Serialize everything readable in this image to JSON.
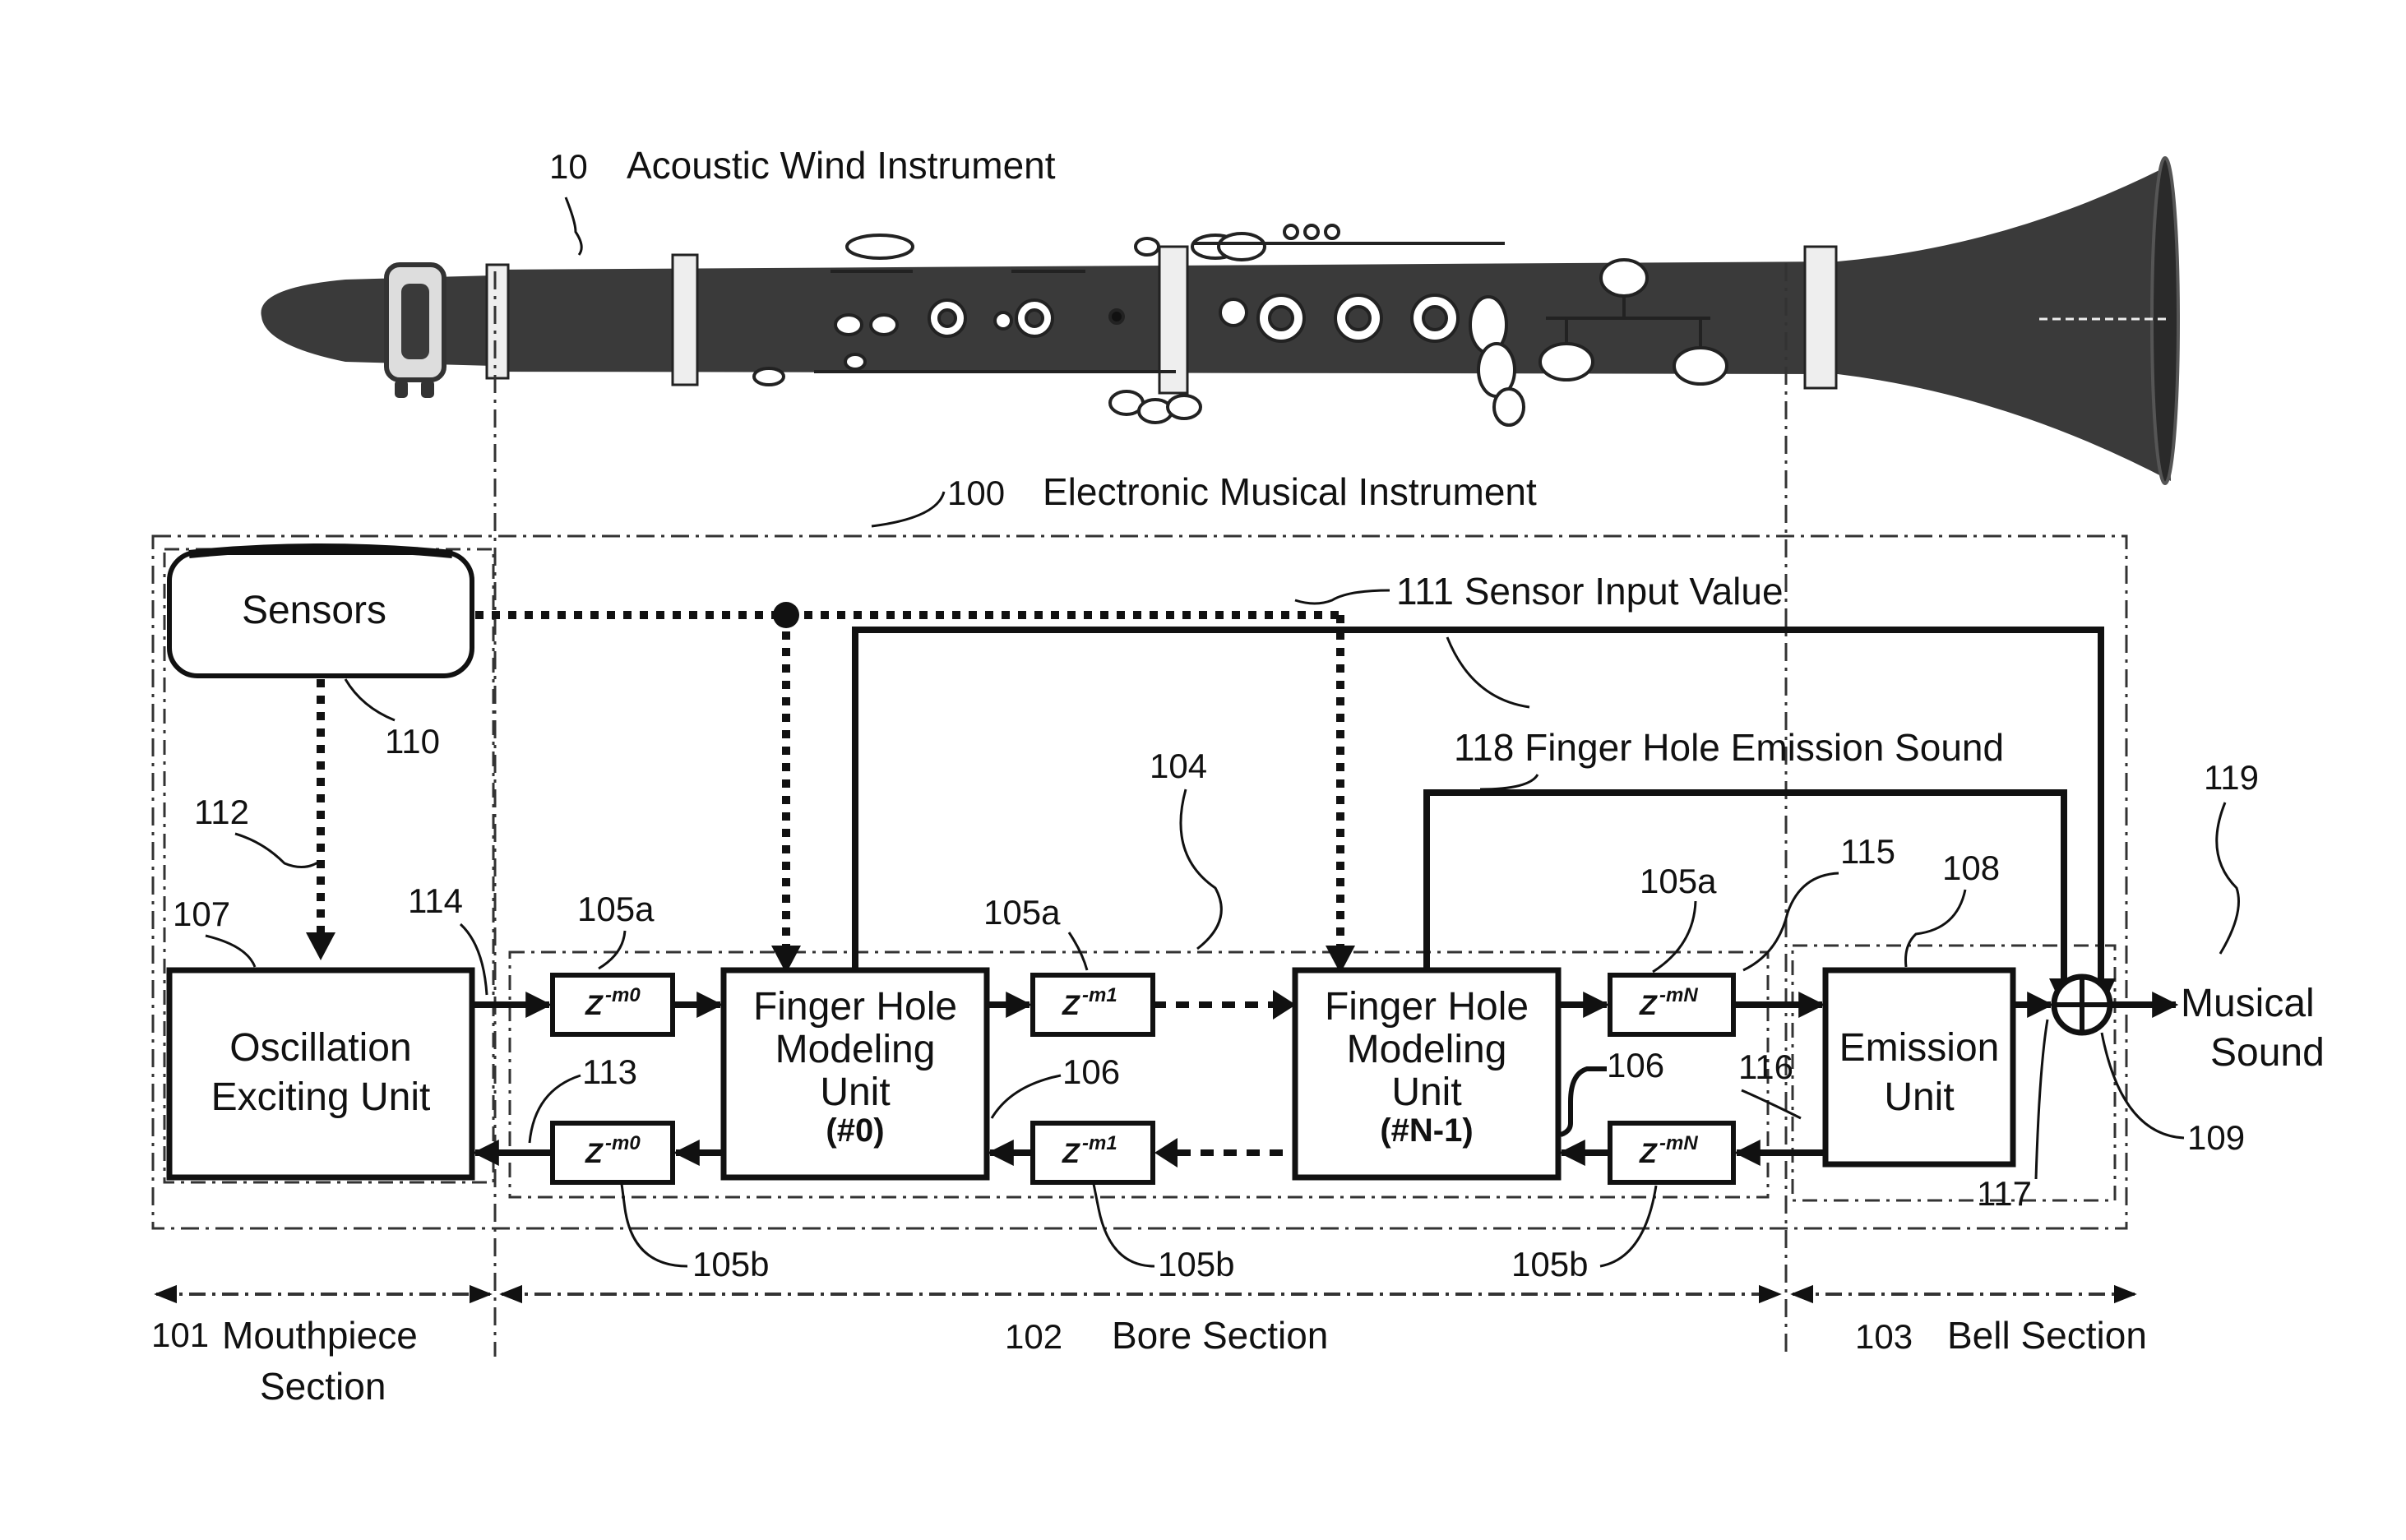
{
  "instrument": {
    "ref": "10",
    "label": "Acoustic Wind Instrument",
    "body_color": "#3a3a3a"
  },
  "system": {
    "ref": "100",
    "label": "Electronic Musical Instrument"
  },
  "sensors": {
    "label": "Sensors",
    "ref": "110"
  },
  "oscillation_unit": {
    "line1": "Oscillation",
    "line2": "Exciting Unit",
    "ref": "107"
  },
  "fh0": {
    "line1": "Finger Hole",
    "line2": "Modeling",
    "line3": "Unit",
    "index": "(#0)"
  },
  "fhN": {
    "line1": "Finger Hole",
    "line2": "Modeling",
    "line3": "Unit",
    "index": "(#N-1)"
  },
  "emission_unit": {
    "line1": "Emission",
    "line2": "Unit",
    "ref": "108"
  },
  "delays": {
    "z": "Z",
    "m0": "-m0",
    "m1": "-m1",
    "mN": "-mN"
  },
  "signals": {
    "sensor_input": "111 Sensor Input Value",
    "finger_hole_emission": "118 Finger Hole Emission Sound",
    "musical_line1": "Musical",
    "musical_line2": "Sound"
  },
  "refs": {
    "r112": "112",
    "r114": "114",
    "r113": "113",
    "r104": "104",
    "r105a": "105a",
    "r105b": "105b",
    "r106": "106",
    "r115": "115",
    "r116": "116",
    "r117": "117",
    "r119": "119",
    "r109": "109"
  },
  "sections": {
    "mouthpiece_ref": "101",
    "mouthpiece_line1": "Mouthpiece",
    "mouthpiece_line2": "Section",
    "bore_ref": "102",
    "bore_label": "Bore Section",
    "bell_ref": "103",
    "bell_label": "Bell Section"
  }
}
